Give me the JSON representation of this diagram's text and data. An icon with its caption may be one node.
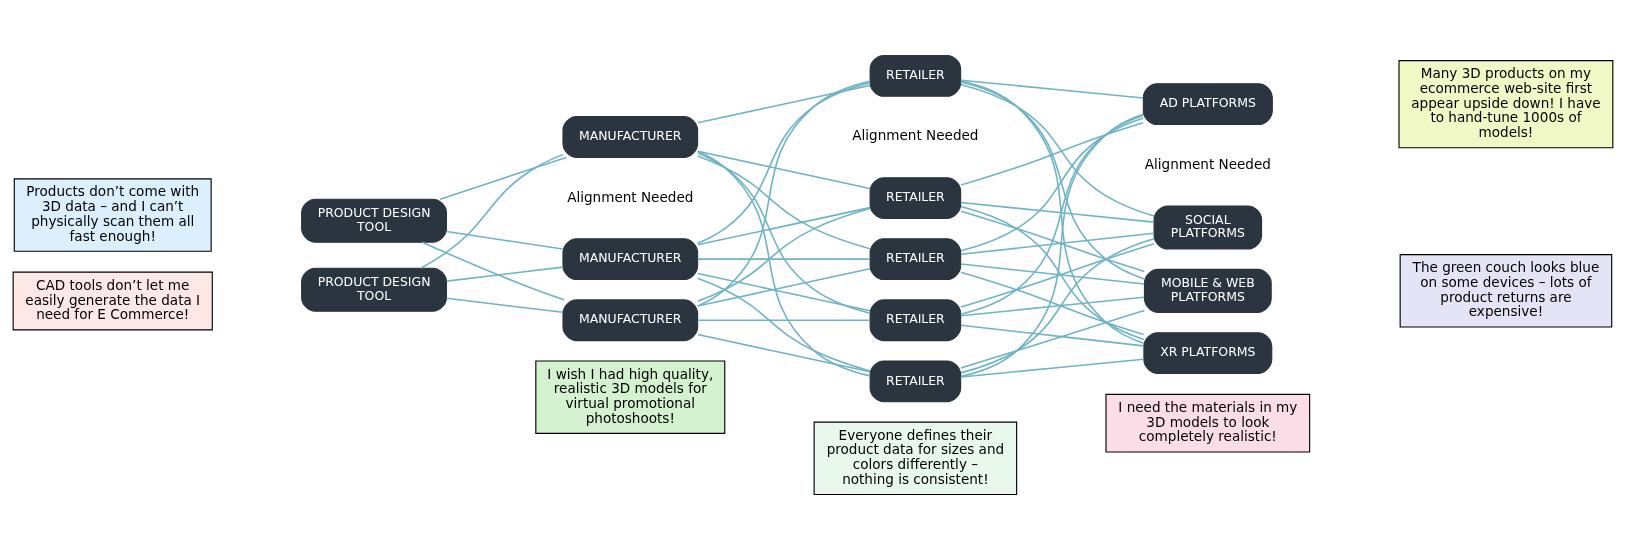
{
  "diagram": {
    "nodes": [
      {
        "text": [
          "I wish I had high quality, realistic 3D models for virtual promotional photoshoots!"
        ]
      },
      {
        "text": [
          "Everyone defines their product data for sizes and colors differently – nothing is consistent!"
        ]
      },
      {
        "text": [
          "I need the materials in my 3D models to look completely realistic!"
        ]
      },
      {
        "text": [
          "Products don’t come with 3D data – and I can’t physically scan them all fast enough!"
        ]
      },
      {
        "text": [
          "CAD tools don’t let me easily generate the data I need for E Commerce!"
        ]
      },
      {
        "text": [
          "PRODUCT DESIGN TOOL"
        ]
      },
      {
        "text": [
          "PRODUCT DESIGN TOOL"
        ]
      },
      {
        "text": [
          "MANUFACTURER"
        ]
      },
      {
        "text": [
          "MANUFACTURER"
        ]
      },
      {
        "text": [
          "MANUFACTURER"
        ]
      },
      {
        "text": [
          "RETAILER"
        ]
      },
      {
        "text": [
          "RETAILER"
        ]
      },
      {
        "text": [
          "RETAILER"
        ]
      },
      {
        "text": [
          "RETAILER"
        ]
      },
      {
        "text": [
          "RETAILER"
        ]
      },
      {
        "text": [
          "MOBILE & WEB PLATFORMS"
        ]
      },
      {
        "text": [
          "XR PLATFORMS"
        ]
      },
      {
        "text": [
          "SOCIAL PLATFORMS"
        ]
      },
      {
        "text": [
          "AD PLATFORMS"
        ]
      },
      {
        "text": [
          "The green couch looks blue on some devices – lots of product returns are expensive!"
        ]
      },
      {
        "text": [
          "Many 3D products on my ecommerce web-site first appear upside down! I have to hand-tune 1000s of models!"
        ]
      }
    ],
    "edges": [
      {
        "from": 5,
        "to": 7,
        "arrow": "none"
      },
      {
        "from": 5,
        "to": 8,
        "arrow": "none"
      },
      {
        "from": 5,
        "to": 9,
        "arrow": "none"
      },
      {
        "from": 6,
        "to": 7,
        "arrow": "none"
      },
      {
        "from": 6,
        "to": 8,
        "arrow": "none"
      },
      {
        "from": 6,
        "to": 9,
        "arrow": "none"
      },
      {
        "from": 7,
        "to": 10,
        "arrow": "none"
      },
      {
        "from": 7,
        "to": 11,
        "arrow": "none"
      },
      {
        "from": 7,
        "to": 12,
        "arrow": "none"
      },
      {
        "from": 7,
        "to": 13,
        "arrow": "none"
      },
      {
        "from": 7,
        "to": 14,
        "arrow": "none"
      },
      {
        "from": 8,
        "to": 10,
        "arrow": "none"
      },
      {
        "from": 8,
        "to": 11,
        "arrow": "none"
      },
      {
        "from": 8,
        "to": 12,
        "arrow": "none"
      },
      {
        "from": 8,
        "to": 13,
        "arrow": "none"
      },
      {
        "from": 8,
        "to": 14,
        "arrow": "none"
      },
      {
        "from": 9,
        "to": 10,
        "arrow": "none"
      },
      {
        "from": 9,
        "to": 11,
        "arrow": "none"
      },
      {
        "from": 9,
        "to": 12,
        "arrow": "none"
      },
      {
        "from": 9,
        "to": 13,
        "arrow": "none"
      },
      {
        "from": 9,
        "to": 14,
        "arrow": "none"
      },
      {
        "from": 10,
        "to": 15,
        "arrow": "none"
      },
      {
        "from": 10,
        "to": 16,
        "arrow": "none"
      },
      {
        "from": 10,
        "to": 17,
        "arrow": "none"
      },
      {
        "from": 10,
        "to": 18,
        "arrow": "none"
      },
      {
        "from": 11,
        "to": 15,
        "arrow": "none"
      },
      {
        "from": 11,
        "to": 16,
        "arrow": "none"
      },
      {
        "from": 11,
        "to": 17,
        "arrow": "none"
      },
      {
        "from": 11,
        "to": 18,
        "arrow": "none"
      },
      {
        "from": 12,
        "to": 15,
        "arrow": "none"
      },
      {
        "from": 12,
        "to": 16,
        "arrow": "none"
      },
      {
        "from": 12,
        "to": 17,
        "arrow": "none"
      },
      {
        "from": 12,
        "to": 18,
        "arrow": "none"
      },
      {
        "from": 13,
        "to": 15,
        "arrow": "none"
      },
      {
        "from": 13,
        "to": 16,
        "arrow": "none"
      },
      {
        "from": 13,
        "to": 17,
        "arrow": "none"
      },
      {
        "from": 13,
        "to": 18,
        "arrow": "none"
      },
      {
        "from": 14,
        "to": 15,
        "arrow": "none"
      },
      {
        "from": 14,
        "to": 16,
        "arrow": "none"
      },
      {
        "from": 14,
        "to": 17,
        "arrow": "none"
      },
      {
        "from": 14,
        "to": 18,
        "arrow": "none"
      }
    ],
    "labels": [
      "Alignment Needed",
      "Alignment Needed",
      "Alignment Needed"
    ]
  }
}
